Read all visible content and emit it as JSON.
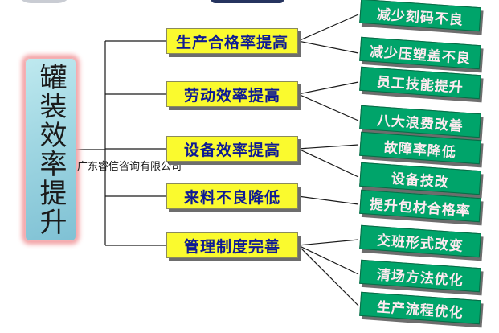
{
  "root": {
    "label": "罐装效率提升"
  },
  "watermark": "广东睿信咨询有限公司",
  "branches": [
    {
      "label": "生产合格率提高",
      "children": [
        "减少刻码不良",
        "减少压塑盖不良"
      ]
    },
    {
      "label": "劳动效率提高",
      "children": [
        "员工技能提升",
        "八大浪费改善"
      ]
    },
    {
      "label": "设备效率提高",
      "children": [
        "故障率降低",
        "设备技改"
      ]
    },
    {
      "label": "来料不良降低",
      "children": [
        "提升包材合格率"
      ]
    },
    {
      "label": "管理制度完善",
      "children": [
        "交班形式改变",
        "清场方法优化",
        "生产流程优化"
      ]
    }
  ],
  "colors": {
    "branch_fill": "#fafa2e",
    "branch_text": "#0e1a94",
    "leaf_fill": "#00a46a",
    "leaf_text": "#ffeaf0",
    "root_fill": "#9fd6e2",
    "root_glow": "#f3a3a6"
  }
}
